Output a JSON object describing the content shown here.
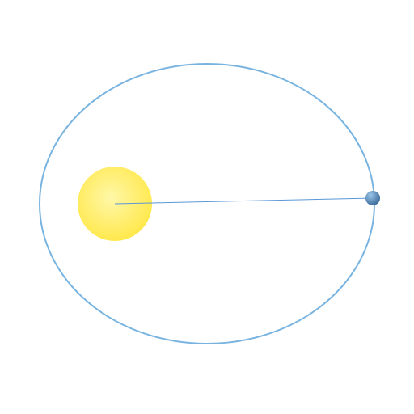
{
  "diagram": {
    "type": "orbit",
    "bodies": [
      {
        "name": "star",
        "shape": "sphere",
        "color": "#ffe84a",
        "highlight": "#fff7a8"
      },
      {
        "name": "planet",
        "shape": "sphere",
        "color": "#3f6f9e",
        "highlight": "#9cc4e8"
      }
    ],
    "orbit": {
      "shape": "ellipse",
      "color": "#79b4e0"
    },
    "radius_line": {
      "color": "#5b97d6",
      "connects": [
        "star",
        "planet"
      ]
    },
    "background": "#ffffff"
  }
}
